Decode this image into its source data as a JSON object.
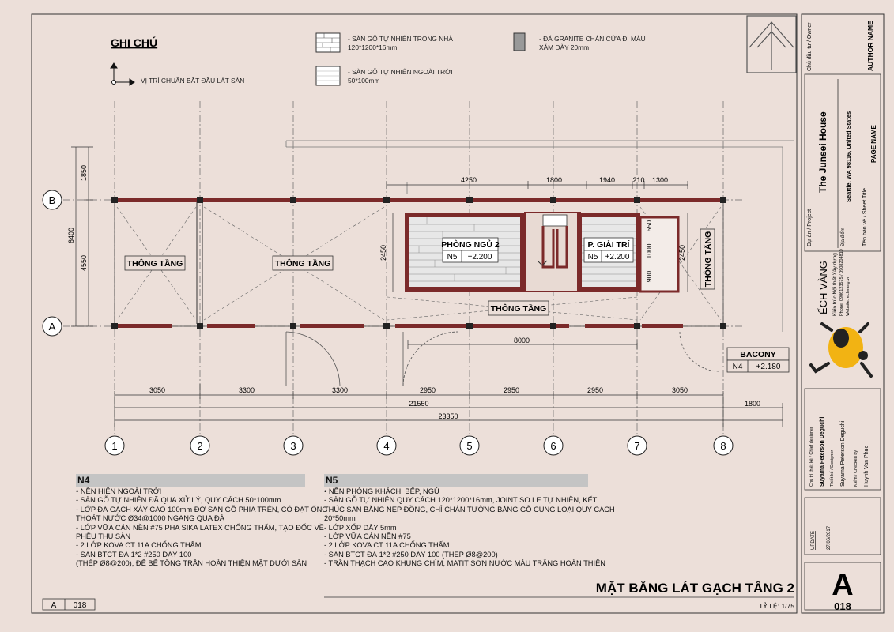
{
  "legend": {
    "title": "GHI CHÚ",
    "start_point": "VỊ TRÍ CHUẨN BẮT ĐẦU LÁT SÀN",
    "indoor_wood": [
      "- SÀN GỖ TỰ NHIÊN TRONG NHÀ",
      "120*1200*16mm"
    ],
    "outdoor_wood": [
      "- SÀN GỖ TỰ NHIÊN NGOÀI TRỜI",
      "50*100mm"
    ],
    "granite": [
      "- ĐÁ GRANITE CHÂN CỬA ĐI MÀU",
      "XÁM DÀY 20mm"
    ]
  },
  "plan": {
    "axes_letters": [
      "B",
      "A"
    ],
    "axes_numbers": [
      "1",
      "2",
      "3",
      "4",
      "5",
      "6",
      "7",
      "8"
    ],
    "dims_bottom_row1": [
      "3050",
      "3300",
      "3300",
      "2950",
      "2950",
      "2950",
      "3050"
    ],
    "dim_total_inner": "21550",
    "dim_total_outer": "23350",
    "dim_right_overhang": "1800",
    "dims_left": [
      "1850",
      "4550"
    ],
    "dim_left_total": "6400",
    "dims_top": [
      "4250",
      "1800",
      "1940",
      "210",
      "1300"
    ],
    "dim_8000": "8000",
    "dim_2450_left": "2450",
    "dim_2450_right": "2450",
    "dims_small_right": [
      "550",
      "1000",
      "900"
    ],
    "voids": [
      "THÔNG TẦNG",
      "THÔNG TẦNG",
      "THÔNG TẦNG",
      "THÔNG TẦNG"
    ],
    "bedroom": {
      "name": "PHÒNG NGỦ 2",
      "code": "N5",
      "level": "+2.200"
    },
    "entertainment": {
      "name": "P. GIẢI TRÍ",
      "code": "N5",
      "level": "+2.200"
    },
    "balcony": {
      "name": "BACONY",
      "code": "N4",
      "level": "+2.180"
    }
  },
  "notes": {
    "n4": {
      "title": "N4",
      "lines": [
        "• NỀN HIÊN NGOÀI TRỜI",
        "- SÀN GỖ TỰ NHIÊN ĐÃ QUA XỬ LÝ, QUY CÁCH 50*100mm",
        "- LỚP ĐÀ GẠCH XÂY CAO 100mm ĐỠ SÀN GỖ PHÍA TRÊN, CÓ ĐẶT ỐNG",
        "THOÁT NƯỚC Ø34@1000 NGANG QUA ĐÀ",
        "- LỚP VỮA CÁN NỀN #75 PHA SIKA LATEX CHỐNG THẤM, TẠO ĐỐC VỀ",
        "PHỄU THU SÀN",
        "- 2 LỚP KOVA CT 11A CHỐNG THẤM",
        "- SÀN BTCT ĐÁ 1*2 #250 DÀY 100",
        "(THÉP Ø8@200), ĐỂ BÊ TÔNG TRẦN HOÀN THIỆN MẶT DƯỚI SÀN"
      ]
    },
    "n5": {
      "title": "N5",
      "lines": [
        "• NỀN PHÒNG KHÁCH, BẾP, NGỦ",
        "- SÀN GỖ TỰ NHIÊN QUY CÁCH 120*1200*16mm, JOINT SO LE TỰ NHIÊN, KẾT",
        "THÚC SÀN BẰNG NẸP ĐỒNG, CHỈ CHÂN TƯỜNG BẰNG GỖ CÙNG LOẠI QUY CÁCH",
        "20*50mm",
        "- LỚP XỐP DÀY 5mm",
        "- LỚP VỮA CÁN NỀN #75",
        "- 2 LỚP KOVA CT 11A CHỐNG THẤM",
        "- SÀN BTCT ĐÁ 1*2 #250 DÀY 100 (THÉP Ø8@200)",
        "- TRẦN THẠCH CAO KHUNG CHÌM, MATIT SƠN NƯỚC MÀU TRẮNG HOÀN THIỆN"
      ]
    }
  },
  "drawing_title": "MẶT BẰNG LÁT GẠCH TẦNG 2",
  "scale": "TỶ LỆ: 1/75",
  "sheet_ref": {
    "letter": "A",
    "number": "018"
  },
  "title_block": {
    "owner_label": "Chủ đầu tư / Owner",
    "owner_name": "AUTHOR NAME",
    "project_label": "Dự án / Project",
    "project_name": "The Junsei House",
    "location_label": "Địa điểm",
    "location": "Seattle, WA 98116, United States",
    "sheet_title_label": "Tên bản vẽ / Sheet Title",
    "page_name": "PAGE NAME",
    "company_name": "ẾCH VÀNG",
    "company_sub": "Kiến trúc Nội thất Xây dựng",
    "company_phone": "Phone: 0906123575 / 0908204810",
    "company_web": "Website: echvang.vn",
    "chief_label": "Chủ trì thiết kế / Chief designer",
    "chief_name": "Suyama Peterson Deguchi",
    "designer_label": "Thiết kế / Designer",
    "designer_name": "Suyama Peterson Deguchi",
    "checker_label": "Kiểm / Checked by",
    "checker_name": "Huynh Van Phuc",
    "update_label": "UPDATE",
    "update_date": "27/06/2017",
    "big_letter": "A",
    "big_number": "018",
    "frog_color": "#f2b313"
  },
  "colors": {
    "paper": "#ecdfd9",
    "wall": "#7b2a2a",
    "bedroom_fill": "#e7e7e7"
  }
}
